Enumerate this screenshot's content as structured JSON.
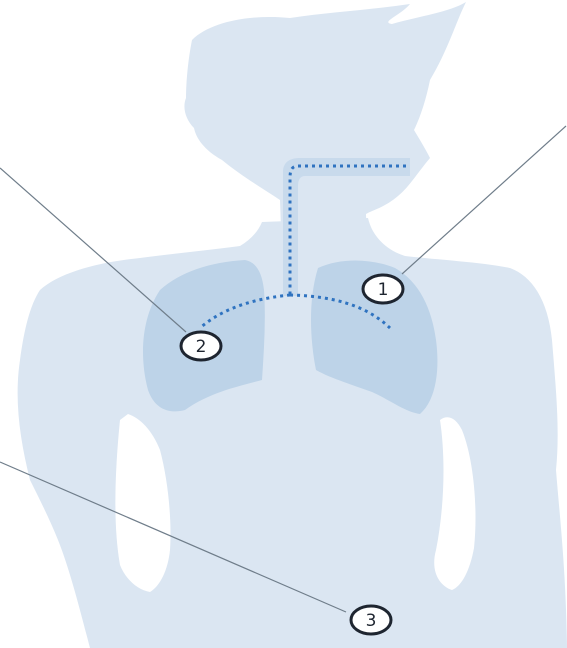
{
  "colors": {
    "silhouette": "#dbe6f2",
    "lungs": "#bdd3e8",
    "airway_channel": "#c8daec",
    "airway_dots": "#2f73c0",
    "leader_lines": "#6f7d8a",
    "badge_fill": "#ffffff",
    "badge_stroke": "#1e2530"
  },
  "callouts": [
    {
      "id": "1",
      "label": "1",
      "part": "right-lung"
    },
    {
      "id": "2",
      "label": "2",
      "part": "left-lung"
    },
    {
      "id": "3",
      "label": "3",
      "part": "abdomen"
    }
  ]
}
